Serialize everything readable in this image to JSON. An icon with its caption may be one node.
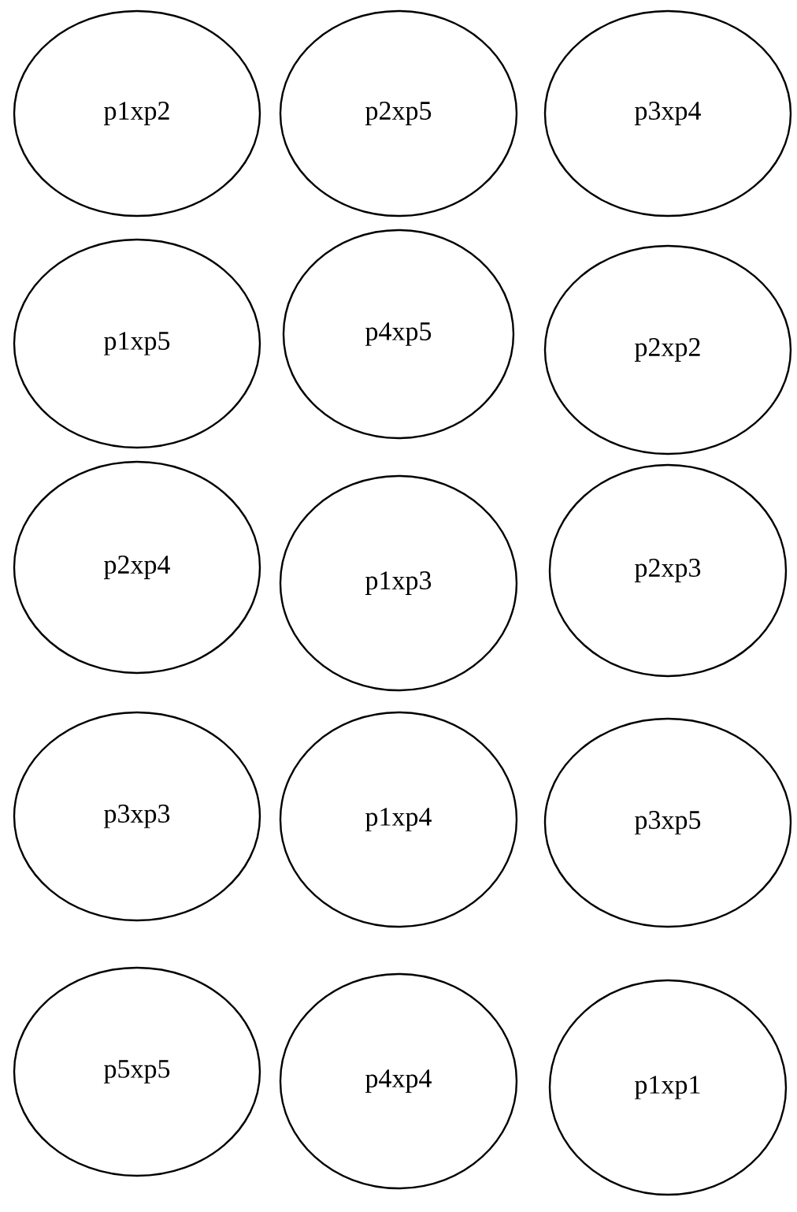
{
  "diagram": {
    "nodes": [
      {
        "text": [
          "p1xp2"
        ]
      },
      {
        "text": [
          "p2xp5"
        ]
      },
      {
        "text": [
          "p3xp4"
        ]
      },
      {
        "text": [
          "p1xp5"
        ]
      },
      {
        "text": [
          "p4xp5"
        ]
      },
      {
        "text": [
          "p2xp2"
        ]
      },
      {
        "text": [
          "p2xp4"
        ]
      },
      {
        "text": [
          "p1xp3"
        ]
      },
      {
        "text": [
          "p2xp3"
        ]
      },
      {
        "text": [
          "p3xp3"
        ]
      },
      {
        "text": [
          "p1xp4"
        ]
      },
      {
        "text": [
          "p3xp5"
        ]
      },
      {
        "text": [
          "p5xp5"
        ]
      },
      {
        "text": [
          "p4xp4"
        ]
      },
      {
        "text": [
          "p1xp1"
        ]
      }
    ]
  }
}
